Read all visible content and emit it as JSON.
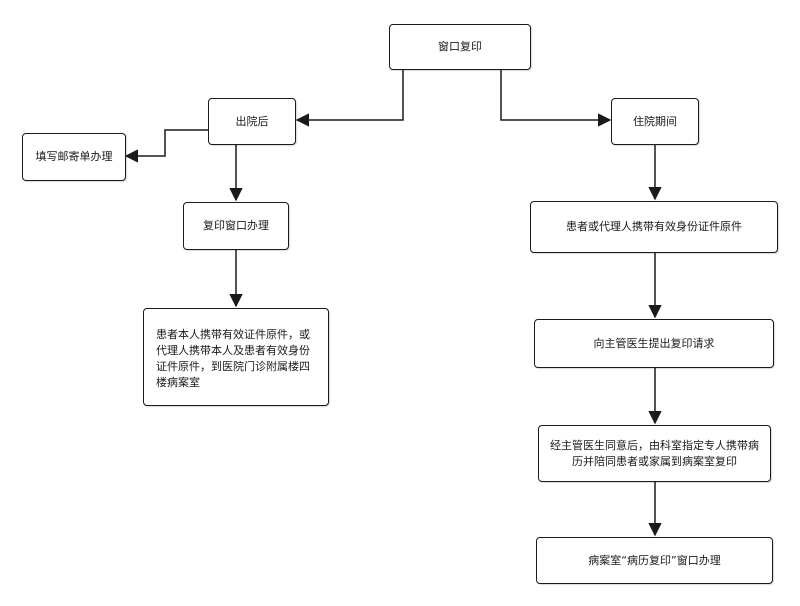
{
  "diagram": {
    "nodes": {
      "window_copy": "窗口复印",
      "after_discharge": "出院后",
      "during_hospitalization": "住院期间",
      "fill_mail_form": "填写邮寄单办理",
      "copy_window_handle": "复印窗口办理",
      "patient_bring_docs": "患者本人携带有效证件原件，或代理人携带本人及患者有效身份证件原件，到医院门诊附属楼四楼病案室",
      "patient_or_agent_id": "患者或代理人携带有效身份证件原件",
      "request_doctor": "向主管医生提出复印请求",
      "doctor_approval": "经主管医生同意后，由科室指定专人携带病历并陪同患者或家属到病案室复印",
      "record_room_window": "病案室“病历复印”窗口办理"
    }
  }
}
